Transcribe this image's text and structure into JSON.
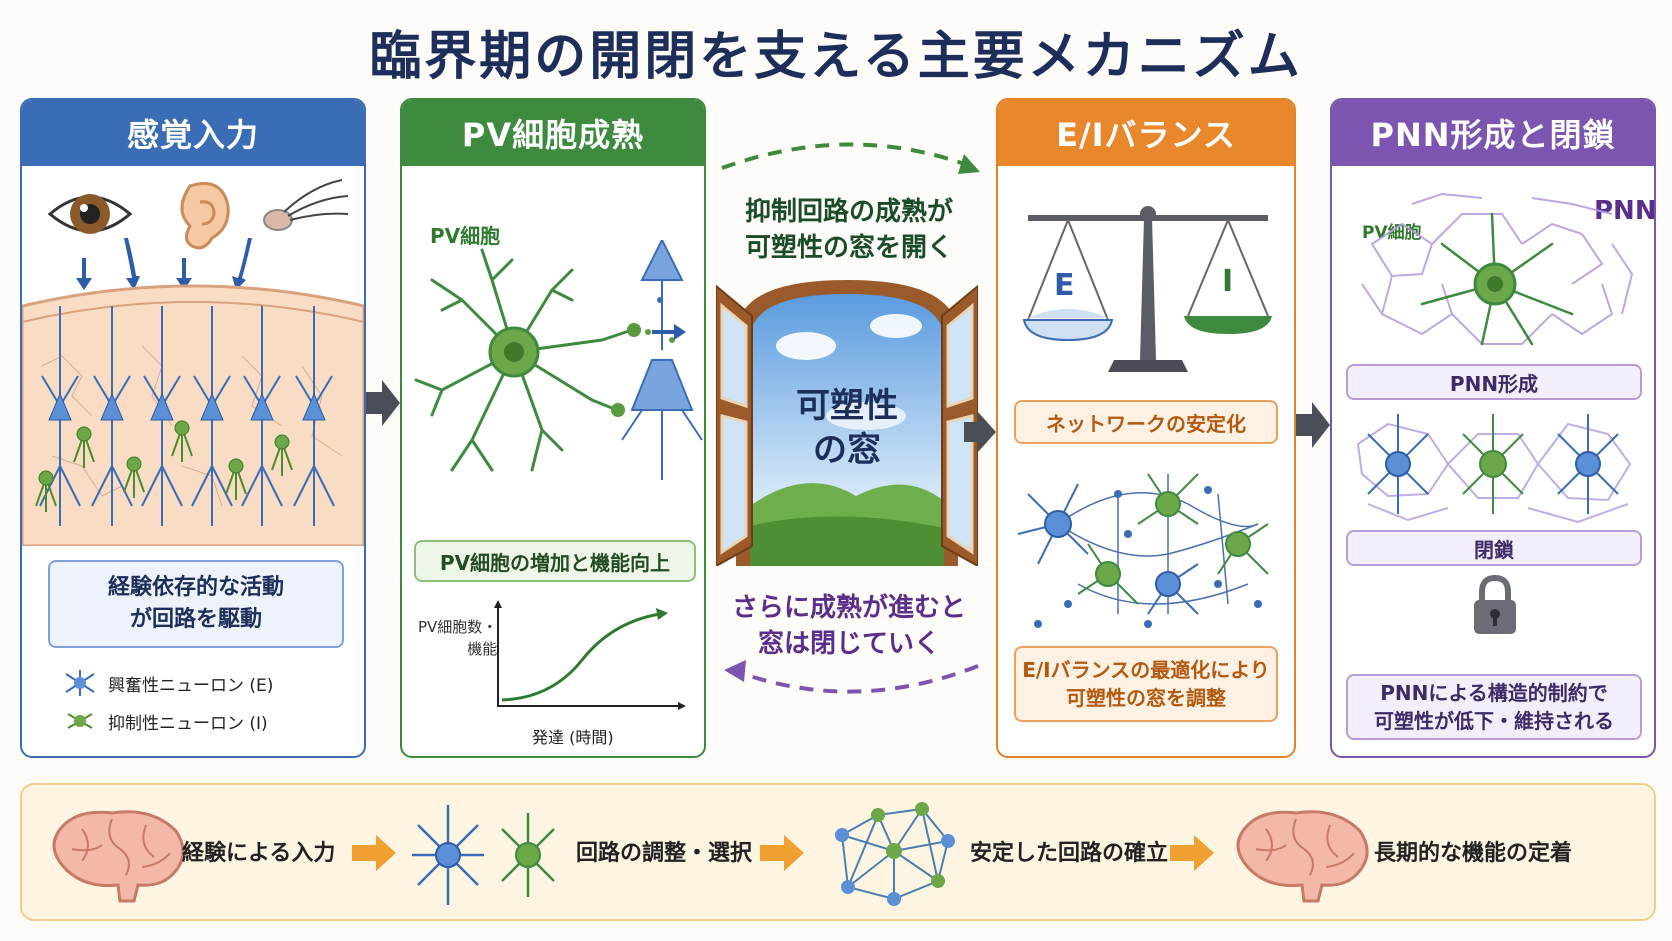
{
  "title": "臨界期の開閉を支える主要メカニズム",
  "panels": {
    "sensory": {
      "header": "感覚入力",
      "box": "経験依存的な活動\nが回路を駆動",
      "legend": [
        {
          "label": "興奮性ニューロン (E)",
          "color": "#3a6db5"
        },
        {
          "label": "抑制性ニューロン (I)",
          "color": "#4c8c2e"
        }
      ]
    },
    "pv": {
      "header": "PV細胞成熟",
      "cell_label": "PV細胞",
      "box": "PV細胞の増加と機能向上",
      "graph_ylabel": "PV細胞数・\n機能",
      "graph_xlabel": "発達 (時間)"
    },
    "center": {
      "top_text": "抑制回路の成熟が\n可塑性の窓を開く",
      "window_text": "可塑性\nの窓",
      "bottom_text": "さらに成熟が進むと\n窓は閉じていく"
    },
    "ei": {
      "header": "E/Iバランス",
      "scale_left": "E",
      "scale_right": "I",
      "box1": "ネットワークの安定化",
      "box2": "E/Iバランスの最適化により\n可塑性の窓を調整"
    },
    "pnn": {
      "header": "PNN形成と閉鎖",
      "pv_label": "PV細胞",
      "pnn_label": "PNN",
      "box1": "PNN形成",
      "box2": "閉鎖",
      "box3": "PNNによる構造的制約で\n可塑性が低下・維持される"
    }
  },
  "bottom_flow": [
    "経験による入力",
    "回路の調整・選択",
    "安定した回路の確立",
    "長期的な機能の定着"
  ],
  "colors": {
    "blue": "#3a6db5",
    "green": "#3e8a3e",
    "orange": "#e8872c",
    "purple": "#7b55b0",
    "title": "#1d2e5a"
  }
}
